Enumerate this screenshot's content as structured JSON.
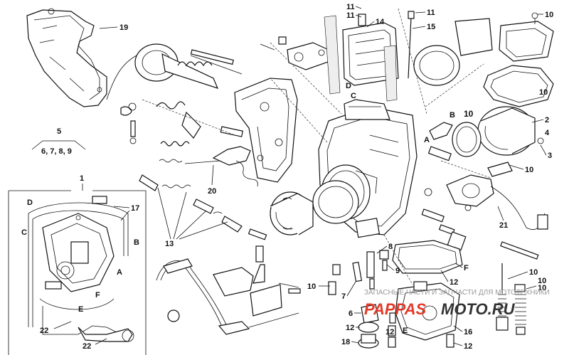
{
  "callouts": {
    "c1": "1",
    "c2": "2",
    "c3": "3",
    "c4": "4",
    "c5": "5",
    "c6789": "6, 7, 8, 9",
    "c6": "6",
    "c7": "7",
    "c8": "8",
    "c9": "9",
    "c10a": "10",
    "c10b": "10",
    "c10c": "10",
    "c10d": "10",
    "c10e": "10",
    "c10f": "10",
    "c10g": "10",
    "c10h": "10",
    "c11a": "11",
    "c11b": "11",
    "c11c": "11",
    "c12a": "12",
    "c12b": "12",
    "c12c": "12",
    "c12d": "12",
    "c13": "13",
    "c14": "14",
    "c15": "15",
    "c16": "16",
    "c17": "17",
    "c18": "18",
    "c19": "19",
    "c20": "20",
    "c21": "21",
    "c22a": "22",
    "c22b": "22"
  },
  "letters": {
    "A1": "A",
    "A2": "A",
    "B1": "B",
    "B2": "B",
    "C1": "C",
    "C2": "C",
    "D1": "D",
    "D2": "D",
    "E1": "E",
    "E2": "E",
    "F1": "F",
    "F2": "F"
  },
  "watermark": {
    "text": "ЗАПАСНЫЕ ЧАСТИ И ЗАПЧАСТИ ДЛЯ МОТОТЕХНИКИ",
    "logo_red": "PAPPAS",
    "logo_dark": "MOTO.RU"
  }
}
